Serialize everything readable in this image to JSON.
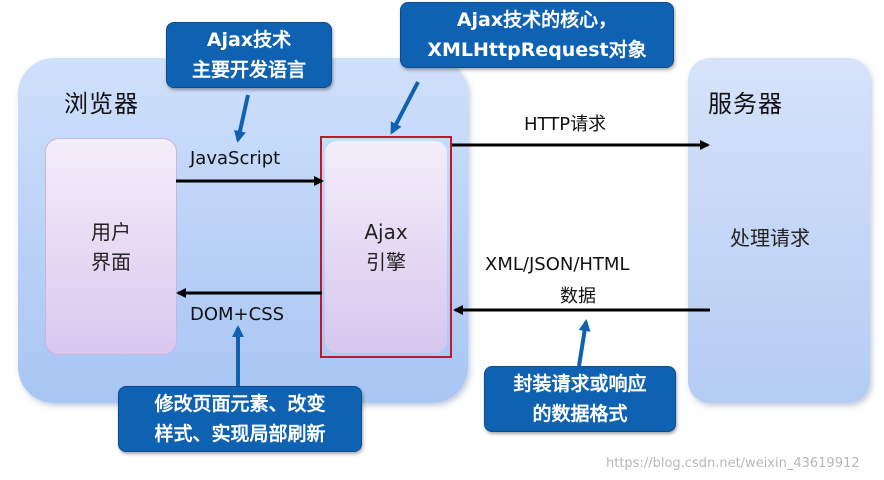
{
  "browser": {
    "title": "浏览器"
  },
  "server": {
    "title": "服务器",
    "process_label": "处理请求"
  },
  "ui_box": {
    "line1": "用户",
    "line2": "界面"
  },
  "engine": {
    "line1": "Ajax",
    "line2": "引擎"
  },
  "flows": {
    "javascript": "JavaScript",
    "dom_css": "DOM+CSS",
    "http_request": "HTTP请求",
    "response_line1": "XML/JSON/HTML",
    "response_line2": "数据"
  },
  "callouts": {
    "ajax_tech_line1": "Ajax技术",
    "ajax_tech_line2": "主要开发语言",
    "core_line1": "Ajax技术的核心，",
    "core_line2": "XMLHttpRequest对象",
    "modify_line1": "修改页面元素、改变",
    "modify_line2": "样式、实现局部刷新",
    "format_line1": "封装请求或响应",
    "format_line2": "的数据格式"
  },
  "watermark": "https://blog.csdn.net/weixin_43619912"
}
